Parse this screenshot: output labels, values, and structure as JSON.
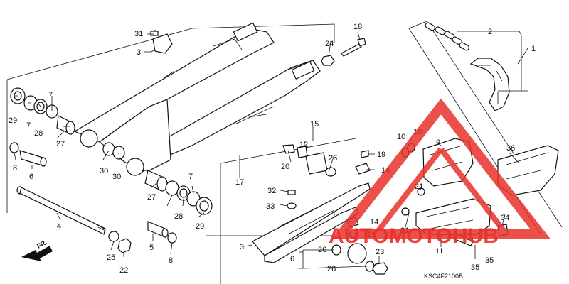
{
  "labels": {
    "l1": "1",
    "l2": "2",
    "l3a": "3",
    "l3b": "3",
    "l4": "4",
    "l5": "5",
    "l6a": "6",
    "l6b": "6",
    "l7a": "7",
    "l7b": "7",
    "l7c": "7",
    "l8a": "8",
    "l8b": "8",
    "l9": "9",
    "l10a": "10",
    "l10b": "10",
    "l11": "11",
    "l12": "12",
    "l14a": "14",
    "l14b": "14",
    "l15": "15",
    "l17": "17",
    "l18": "18",
    "l19a": "19",
    "l19b": "19",
    "l20": "20",
    "l21a": "21",
    "l21b": "21",
    "l22": "22",
    "l23": "23",
    "l24": "24",
    "l25": "25",
    "l26a": "26",
    "l26b": "26",
    "l26c": "26",
    "l27a": "27",
    "l27b": "27",
    "l28a": "28",
    "l28b": "28",
    "l29a": "29",
    "l29b": "29",
    "l30a": "30",
    "l30b": "30",
    "l31": "31",
    "l32": "32",
    "l33": "33",
    "l34": "34",
    "l35a": "35",
    "l35b": "35",
    "l36": "36"
  },
  "front_marker": "FR.",
  "diagram_code": "KSC4F2100B",
  "watermark": {
    "text": "AUTOMOTOHUB",
    "brand_color": "#e8322b"
  },
  "colors": {
    "line": "#111111",
    "background": "#ffffff"
  }
}
